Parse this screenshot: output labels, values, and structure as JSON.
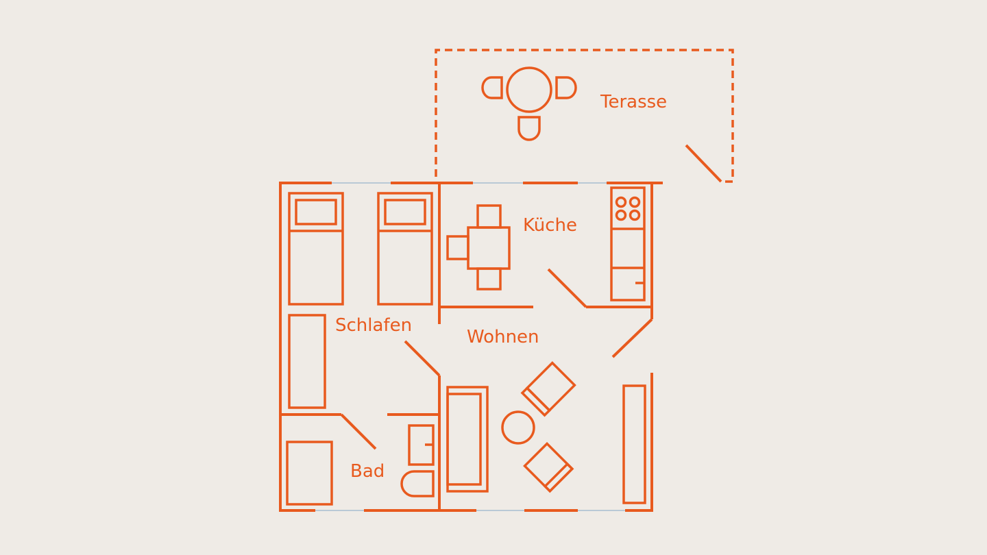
{
  "rooms": {
    "terrace": "Terasse",
    "kitchen": "Küche",
    "bedroom": "Schlafen",
    "living": "Wohnen",
    "bath": "Bad"
  },
  "colors": {
    "background": "#efebe6",
    "lines": "#e85a1e",
    "windows": "#b9c9d6"
  }
}
